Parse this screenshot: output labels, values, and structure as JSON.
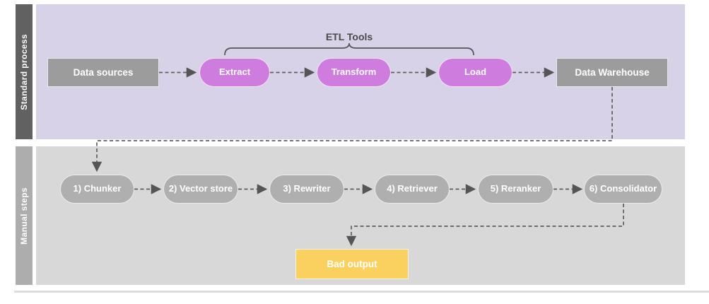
{
  "lanes": [
    {
      "label": "Standard process"
    },
    {
      "label": "Manual steps"
    }
  ],
  "standard_process": {
    "group_label": "ETL Tools",
    "nodes": {
      "data_sources": "Data sources",
      "extract": "Extract",
      "transform": "Transform",
      "load": "Load",
      "data_warehouse": "Data Warehouse"
    }
  },
  "manual_steps": {
    "nodes": {
      "chunker": "1) Chunker",
      "vector_store": "2) Vector store",
      "rewriter": "3) Rewriter",
      "retriever": "4) Retriever",
      "reranker": "5) Reranker",
      "consolidator": "6) Consolidator"
    },
    "output": "Bad output"
  },
  "colors": {
    "lane_standard_bg": "#d8d2e8",
    "lane_manual_bg": "#d8d8d8",
    "sidebar_standard": "#616161",
    "sidebar_manual": "#adadad",
    "node_gray": "#9c9c9c",
    "pill_purple": "#ce7dde",
    "pill_gray": "#afafaf",
    "output_yellow": "#fad05e",
    "connector": "#5e5e5e"
  }
}
